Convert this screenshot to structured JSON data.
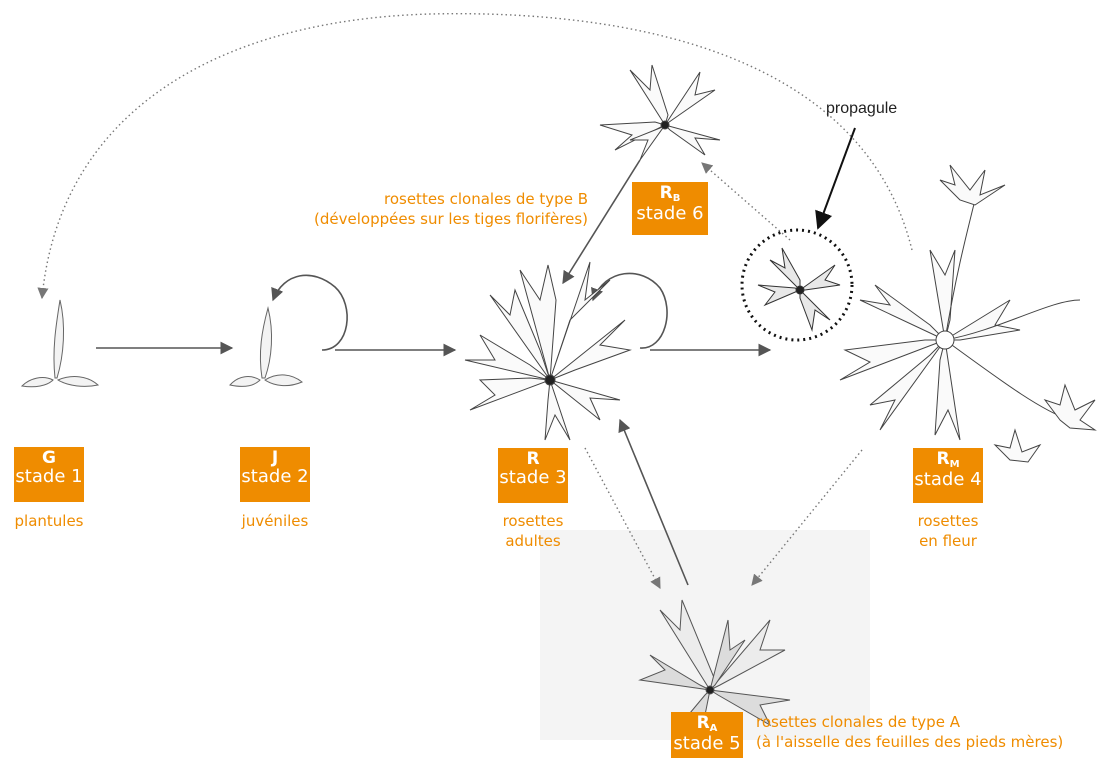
{
  "colors": {
    "accent": "#ef8c00",
    "arrow": "#555555",
    "dotted": "#777777",
    "plant": "#444444"
  },
  "stages": {
    "g": {
      "code": "G",
      "sub": "",
      "name": "stade 1",
      "caption": [
        "plantules"
      ]
    },
    "j": {
      "code": "J",
      "sub": "",
      "name": "stade 2",
      "caption": [
        "juvéniles"
      ]
    },
    "r": {
      "code": "R",
      "sub": "",
      "name": "stade 3",
      "caption": [
        "rosettes",
        "adultes"
      ]
    },
    "rm": {
      "code": "R",
      "sub": "M",
      "name": "stade 4",
      "caption": [
        "rosettes",
        "en fleur"
      ]
    },
    "ra": {
      "code": "R",
      "sub": "A",
      "name": "stade 5",
      "caption": [
        "rosettes clonales de type A",
        "(à l'aisselle des feuilles des pieds mères)"
      ]
    },
    "rb": {
      "code": "R",
      "sub": "B",
      "name": "stade 6",
      "caption": [
        "rosettes clonales de type B",
        "(développées sur les tiges florifères)"
      ]
    }
  },
  "propagule_label": "propagule"
}
